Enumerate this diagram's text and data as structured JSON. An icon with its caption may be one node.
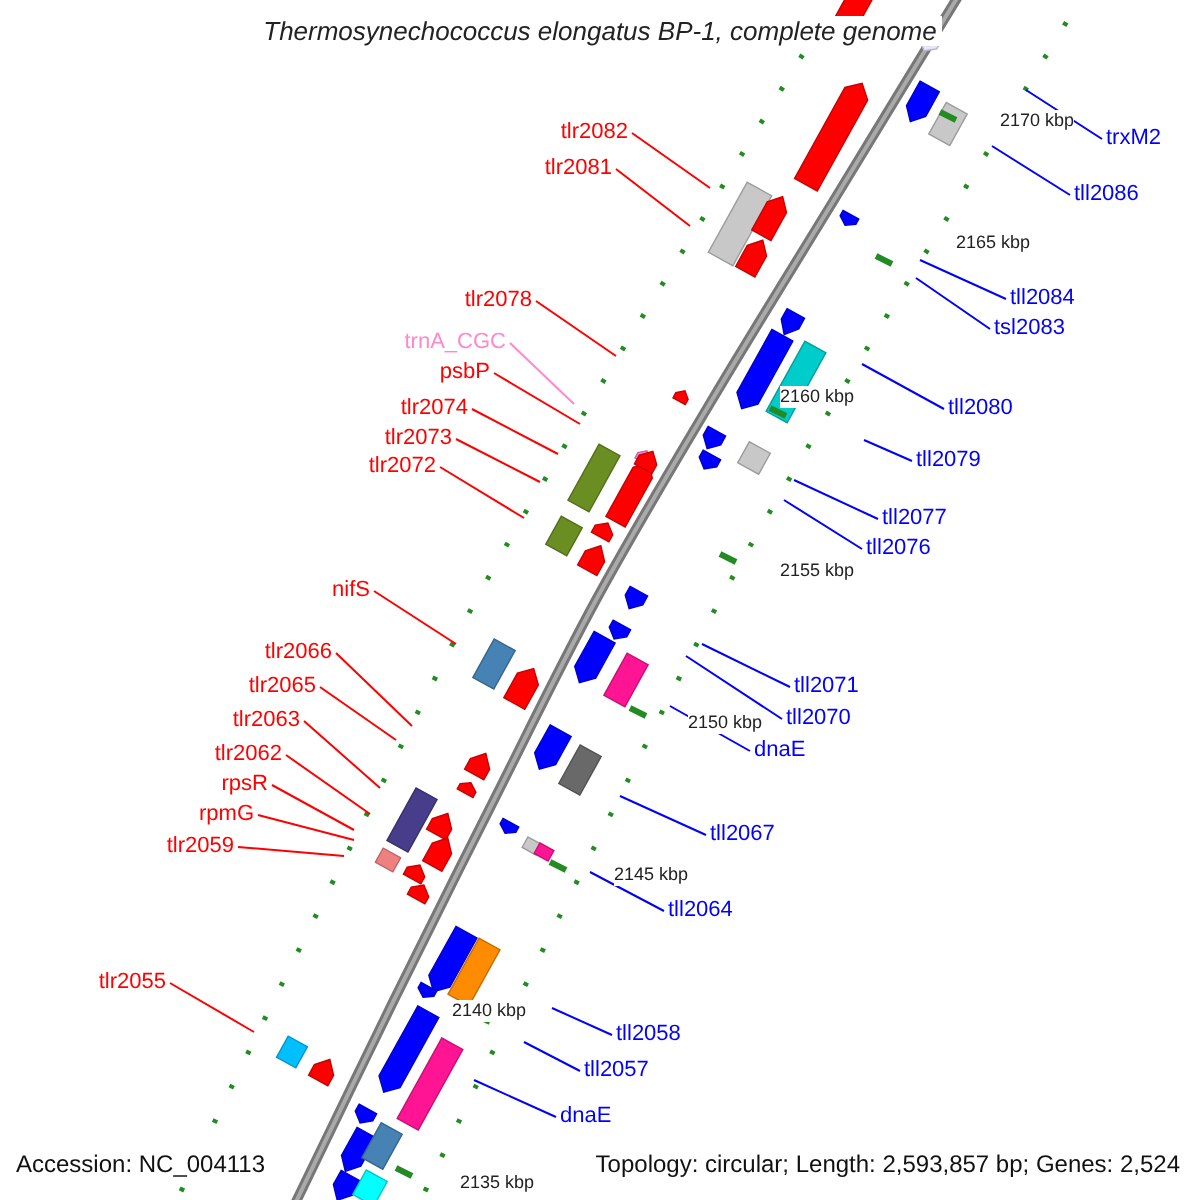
{
  "diagram": {
    "title": "Thermosynechococcus elongatus BP-1, complete genome",
    "nodes": [
      {
        "text": [
          "tlr2082"
        ]
      },
      {
        "text": [
          "tlr2081"
        ]
      },
      {
        "text": [
          "tlr2078"
        ]
      },
      {
        "text": [
          "trnA_CGC"
        ]
      },
      {
        "text": [
          "psbP"
        ]
      },
      {
        "text": [
          "tlr2074"
        ]
      },
      {
        "text": [
          "tlr2073"
        ]
      },
      {
        "text": [
          "tlr2072"
        ]
      },
      {
        "text": [
          "nifS"
        ]
      },
      {
        "text": [
          "tlr2066"
        ]
      },
      {
        "text": [
          "tlr2065"
        ]
      },
      {
        "text": [
          "tlr2063"
        ]
      },
      {
        "text": [
          "tlr2062"
        ]
      },
      {
        "text": [
          "rpsR"
        ]
      },
      {
        "text": [
          "rpmG"
        ]
      },
      {
        "text": [
          "tlr2059"
        ]
      },
      {
        "text": [
          "tlr2055"
        ]
      },
      {
        "text": [
          "trxM2"
        ]
      },
      {
        "text": [
          "tll2086"
        ]
      },
      {
        "text": [
          "tll2084"
        ]
      },
      {
        "text": [
          "tsl2083"
        ]
      },
      {
        "text": [
          "tll2080"
        ]
      },
      {
        "text": [
          "tll2079"
        ]
      },
      {
        "text": [
          "tll2077"
        ]
      },
      {
        "text": [
          "tll2076"
        ]
      },
      {
        "text": [
          "tll2071"
        ]
      },
      {
        "text": [
          "tll2070"
        ]
      },
      {
        "text": [
          "dnaE"
        ]
      },
      {
        "text": [
          "tll2067"
        ]
      },
      {
        "text": [
          "tll2064"
        ]
      },
      {
        "text": [
          "tll2058"
        ]
      },
      {
        "text": [
          "tll2057"
        ]
      },
      {
        "text": [
          "dnaE"
        ]
      }
    ],
    "edges": [
      {
        "from": 0,
        "to": null,
        "arrow": "none"
      },
      {
        "from": 1,
        "to": null,
        "arrow": "none"
      },
      {
        "from": 2,
        "to": null,
        "arrow": "none"
      },
      {
        "from": 3,
        "to": null,
        "arrow": "none",
        "color": "#ff88cc"
      },
      {
        "from": 4,
        "to": null,
        "arrow": "none"
      },
      {
        "from": 5,
        "to": null,
        "arrow": "none"
      },
      {
        "from": 6,
        "to": null,
        "arrow": "none"
      },
      {
        "from": 7,
        "to": null,
        "arrow": "none"
      },
      {
        "from": 8,
        "to": null,
        "arrow": "none"
      },
      {
        "from": 9,
        "to": null,
        "arrow": "none"
      },
      {
        "from": 10,
        "to": null,
        "arrow": "none"
      },
      {
        "from": 11,
        "to": null,
        "arrow": "none"
      },
      {
        "from": 12,
        "to": null,
        "arrow": "none"
      },
      {
        "from": 13,
        "to": null,
        "arrow": "none"
      },
      {
        "from": 14,
        "to": null,
        "arrow": "none"
      },
      {
        "from": 15,
        "to": null,
        "arrow": "none"
      },
      {
        "from": 16,
        "to": null,
        "arrow": "none"
      },
      {
        "from": 17,
        "to": null,
        "arrow": "none",
        "color": "#0000ff"
      },
      {
        "from": 18,
        "to": null,
        "arrow": "none",
        "color": "#0000ff"
      },
      {
        "from": 19,
        "to": null,
        "arrow": "none",
        "color": "#0000ff"
      },
      {
        "from": 20,
        "to": null,
        "arrow": "none",
        "color": "#0000ff"
      },
      {
        "from": 21,
        "to": null,
        "arrow": "none",
        "color": "#0000ff"
      },
      {
        "from": 22,
        "to": null,
        "arrow": "none",
        "color": "#0000ff"
      },
      {
        "from": 23,
        "to": null,
        "arrow": "none",
        "color": "#0000ff"
      },
      {
        "from": 24,
        "to": null,
        "arrow": "none",
        "color": "#0000ff"
      },
      {
        "from": 25,
        "to": null,
        "arrow": "none",
        "color": "#0000ff"
      },
      {
        "from": 26,
        "to": null,
        "arrow": "none",
        "color": "#0000ff"
      },
      {
        "from": 27,
        "to": null,
        "arrow": "none",
        "color": "#0000ff"
      },
      {
        "from": 28,
        "to": null,
        "arrow": "none",
        "color": "#0000ff"
      },
      {
        "from": 29,
        "to": null,
        "arrow": "none",
        "color": "#0000ff"
      },
      {
        "from": 30,
        "to": null,
        "arrow": "none",
        "color": "#0000ff"
      },
      {
        "from": 31,
        "to": null,
        "arrow": "none",
        "color": "#0000ff"
      },
      {
        "from": 32,
        "to": null,
        "arrow": "none",
        "color": "#0000ff"
      }
    ],
    "labels": [
      "2170 kbp",
      "2165 kbp",
      "2160 kbp",
      "2155 kbp",
      "2150 kbp",
      "2145 kbp",
      "2140 kbp",
      "2135 kbp",
      "Accession: NC_004113",
      "Topology: circular; Length: 2,593,857 bp; Genes: 2,524"
    ]
  }
}
